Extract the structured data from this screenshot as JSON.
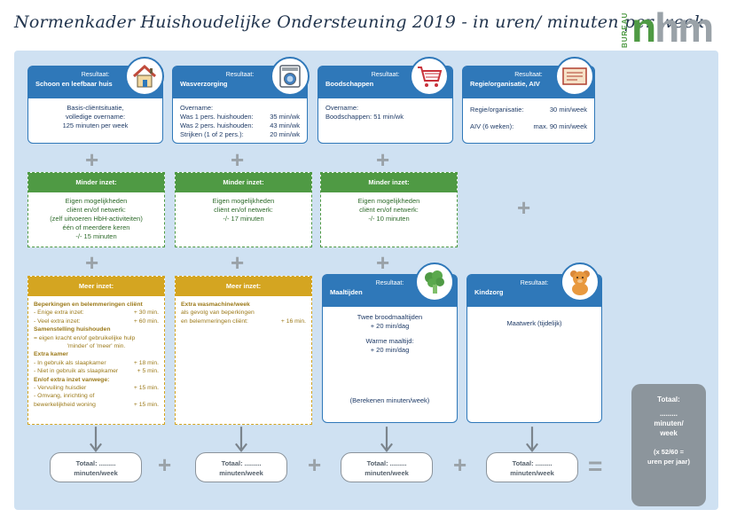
{
  "title": "Normenkader Huishoudelijke Ondersteuning 2019 - in uren/ minuten per week",
  "logo": {
    "bureau": "BUREAU",
    "nhm_n": "n",
    "nhm_hm": "hm"
  },
  "result_cards": [
    {
      "sub": "Resultaat:",
      "name": "Schoon en leefbaar huis",
      "icon": "house-icon",
      "lines": [
        "Basis-cliëntsituatie,",
        "volledige overname:",
        "125 minuten per week"
      ]
    },
    {
      "sub": "Resultaat:",
      "name": "Wasverzorging",
      "icon": "washing-machine-icon",
      "heading": "Overname:",
      "rows": [
        {
          "label": "Was 1 pers. huishouden:",
          "value": "35 min/wk"
        },
        {
          "label": "Was 2 pers. huishouden:",
          "value": "43 min/wk"
        },
        {
          "label": "Strijken (1 of 2 pers.):",
          "value": "20 min/wk"
        }
      ]
    },
    {
      "sub": "Resultaat:",
      "name": "Boodschappen",
      "icon": "shopping-cart-icon",
      "heading": "Overname:",
      "line": "Boodschappen:  51 min/wk"
    },
    {
      "sub": "Resultaat:",
      "name": "Regie/organisatie, AIV",
      "icon": "document-icon",
      "rows": [
        {
          "label": "Regie/organisatie:",
          "value": "30 min/week"
        },
        {
          "label": "AIV (6 weken):",
          "value": "max. 90 min/week"
        }
      ]
    }
  ],
  "minder": [
    {
      "title": "Minder inzet:",
      "lines": [
        "Eigen mogelijkheden",
        "cliënt en/of netwerk:",
        "(zelf uitvoeren HbH-activiteiten)",
        "één of meerdere keren",
        "-/- 15 minuten"
      ]
    },
    {
      "title": "Minder inzet:",
      "lines": [
        "Eigen mogelijkheden",
        "cliënt en/of netwerk:",
        "-/- 17 minuten"
      ]
    },
    {
      "title": "Minder inzet:",
      "lines": [
        "Eigen mogelijkheden",
        "cliënt en/of netwerk:",
        "-/- 10 minuten"
      ]
    }
  ],
  "meer1": {
    "title": "Meer inzet:",
    "h1": "Beperkingen en belemmeringen cliënt",
    "r1": {
      "label": "- Enige extra inzet:",
      "value": "+ 30 min."
    },
    "r2": {
      "label": "- Veel extra inzet:",
      "value": "+ 60 min."
    },
    "h2": "Samenstelling huishouden",
    "t1": "= eigen kracht en/of gebruikelijke hulp",
    "t2": "'minder' of 'meer' min.",
    "h3": "Extra kamer",
    "r3": {
      "label": "- In gebruik als slaapkamer",
      "value": "+ 18 min."
    },
    "r4": {
      "label": "- Niet in gebruik als slaapkamer",
      "value": "+ 5 min."
    },
    "h4": "En/of extra inzet vanwege:",
    "r5": {
      "label": "- Vervuiling huisdier",
      "value": "+ 15 min."
    },
    "t3": "- Omvang, inrichting of",
    "r6": {
      "label": "bewerkelijkheid woning",
      "value": "+ 15 min."
    }
  },
  "meer2": {
    "title": "Meer inzet:",
    "h1": "Extra wasmachine/week",
    "t1": "als gevolg van beperkingen",
    "r1": {
      "label": "en belemmeringen cliënt:",
      "value": "+ 16 min."
    }
  },
  "maaltijden": {
    "sub": "Resultaat:",
    "name": "Maaltijden",
    "icon": "broccoli-icon",
    "l1": "Twee broodmaaltijden",
    "l2": "+ 20 min/dag",
    "l3": "Warme maaltijd:",
    "l4": "+ 20 min/dag",
    "l5": "(Berekenen minuten/week)"
  },
  "kindzorg": {
    "sub": "Resultaat:",
    "name": "Kindzorg",
    "icon": "teddy-bear-icon",
    "l1": "Maatwerk (tijdelijk)"
  },
  "totals": [
    {
      "l1": "Totaal: .........",
      "l2": "minuten/week"
    },
    {
      "l1": "Totaal: .........",
      "l2": "minuten/week"
    },
    {
      "l1": "Totaal: .........",
      "l2": "minuten/week"
    },
    {
      "l1": "Totaal: .........",
      "l2": "minuten/week"
    }
  ],
  "grand_total": {
    "l1": "Totaal:",
    "l2": ".........",
    "l3": "minuten/",
    "l4": "week",
    "l5": "(x 52/60 =",
    "l6": "uren per jaar)"
  },
  "colors": {
    "blue": "#2f78b9",
    "green": "#4f9a44",
    "gold": "#d4a521",
    "gray": "#8c959c",
    "panel": "#cfe1f2"
  }
}
